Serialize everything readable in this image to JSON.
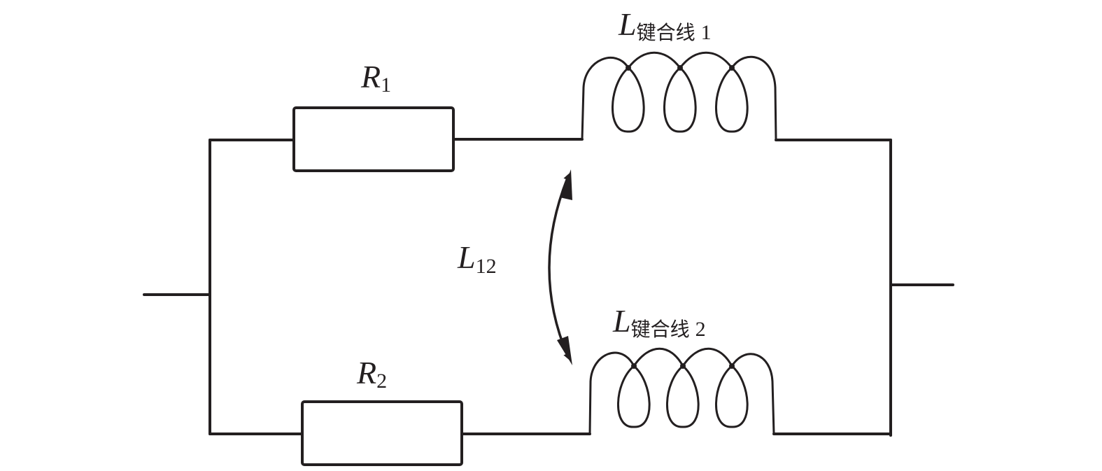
{
  "diagram": {
    "type": "circuit",
    "description": "Two parallel branches, each a resistor in series with a bond-wire inductor, with mutual inductance between the inductors",
    "labels": {
      "r1": {
        "symbol": "R",
        "subscript": "1"
      },
      "r2": {
        "symbol": "R",
        "subscript": "2"
      },
      "l1": {
        "symbol": "L",
        "subscript_cjk": "键合线",
        "subscript_num": "1"
      },
      "l2": {
        "symbol": "L",
        "subscript_cjk": "键合线",
        "subscript_num": "2"
      },
      "mutual": {
        "symbol": "L",
        "subscript": "12"
      }
    },
    "components": [
      {
        "id": "R1",
        "kind": "resistor",
        "branch": "top"
      },
      {
        "id": "L_bond1",
        "kind": "inductor",
        "branch": "top",
        "turns": 3
      },
      {
        "id": "R2",
        "kind": "resistor",
        "branch": "bottom"
      },
      {
        "id": "L_bond2",
        "kind": "inductor",
        "branch": "bottom",
        "turns": 3
      },
      {
        "id": "L12",
        "kind": "mutual-inductance",
        "between": [
          "L_bond1",
          "L_bond2"
        ]
      }
    ],
    "colors": {
      "stroke": "#231f20",
      "background": "#ffffff"
    }
  }
}
